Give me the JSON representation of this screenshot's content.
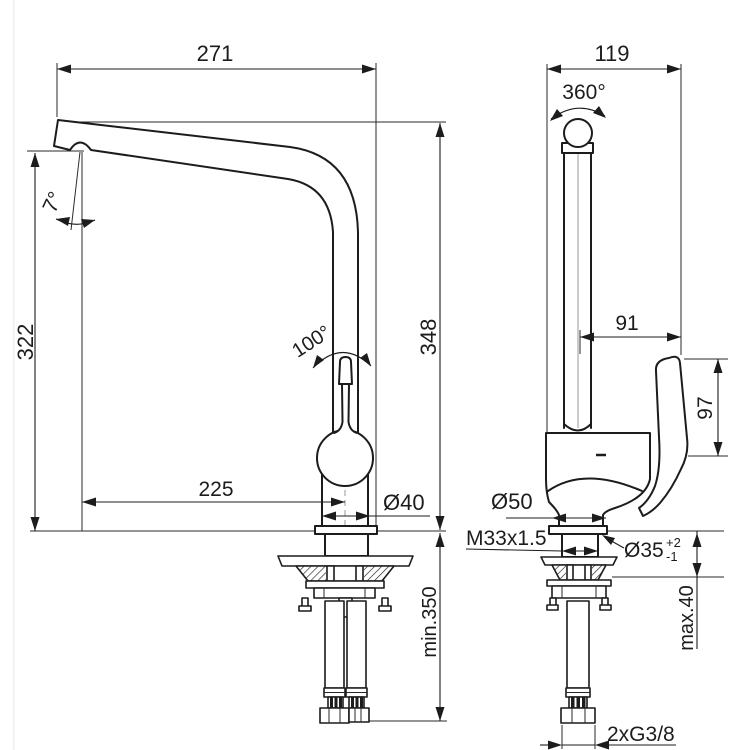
{
  "drawing": {
    "type": "faucet-installation-dimension-drawing",
    "background": "#ffffff",
    "line_color": "#1c1c1c",
    "side_view": {
      "spout_reach": "271",
      "spout_tilt_angle": "7°",
      "outlet_height": "322",
      "spout_top_height": "348",
      "handle_opening_angle": "100°",
      "outlet_to_axis": "225",
      "body_diameter": "Ø40",
      "hose_min_length": "min.350"
    },
    "front_view": {
      "overall_width": "119",
      "swivel_angle": "360°",
      "handle_reach": "91",
      "handle_height": "97",
      "base_diameter": "Ø50",
      "thread_spec": "M33x1.5",
      "hole_diameter": "Ø35",
      "hole_tolerance_plus": "+2",
      "hole_tolerance_minus": "-1",
      "deck_max_thickness": "max.40",
      "hose_connection": "2xG3/8"
    }
  }
}
